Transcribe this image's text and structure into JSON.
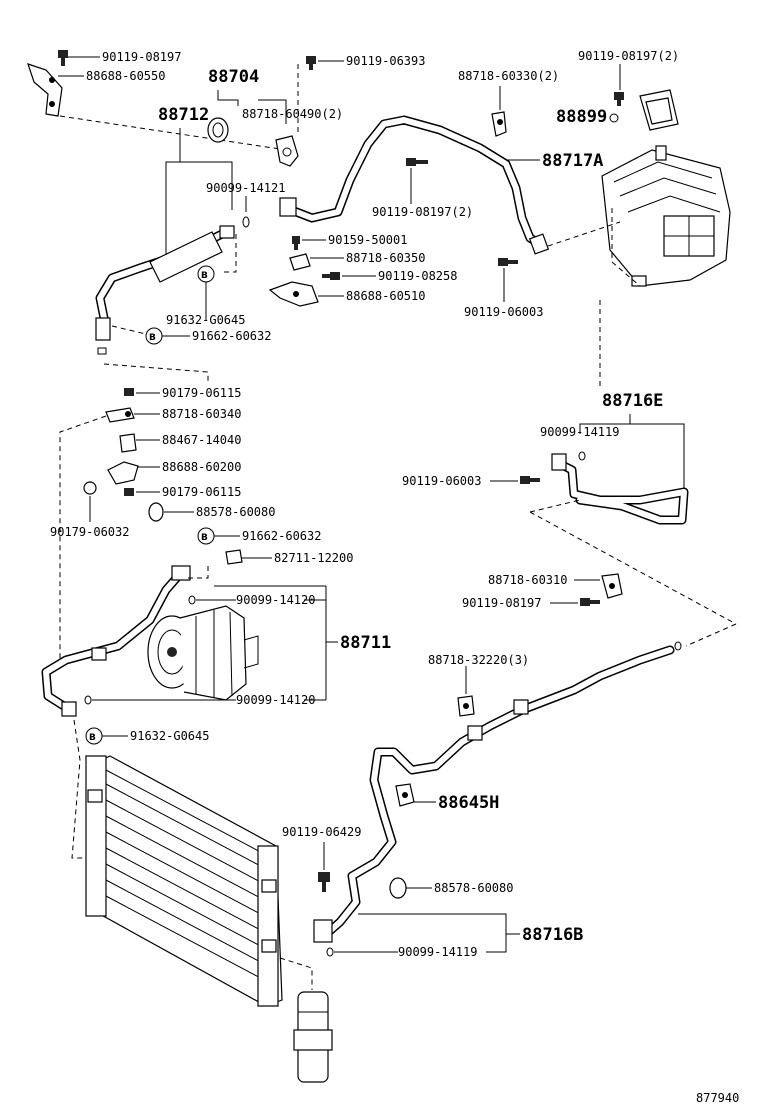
{
  "labels": {
    "p90119_08197_a": "90119-08197",
    "p88688_60550": "88688-60550",
    "p88704": "88704",
    "p90119_06393": "90119-06393",
    "p88712": "88712",
    "p88718_60490": "88718-60490(2)",
    "p88718_60330": "88718-60330(2)",
    "p90119_08197_2a": "90119-08197(2)",
    "p88899": "88899",
    "p88717A": "88717A",
    "p90099_14121": "90099-14121",
    "p90119_08197_2b": "90119-08197(2)",
    "p90159_50001": "90159-50001",
    "p88718_60350": "88718-60350",
    "p90119_08258": "90119-08258",
    "p88688_60510": "88688-60510",
    "p90119_06003_a": "90119-06003",
    "p91632_G0645_a": "91632-G0645",
    "p91662_60632_a": "91662-60632",
    "p90179_06115_a": "90179-06115",
    "p88718_60340": "88718-60340",
    "p88467_14040": "88467-14040",
    "p88688_60200": "88688-60200",
    "p90179_06115_b": "90179-06115",
    "p88578_60080_a": "88578-60080",
    "p90179_06032": "90179-06032",
    "p91662_60632_b": "91662-60632",
    "p82711_12200": "82711-12200",
    "p90099_14120_a": "90099-14120",
    "p88711": "88711",
    "p90099_14120_b": "90099-14120",
    "p91632_G0645_b": "91632-G0645",
    "p88716E": "88716E",
    "p90099_14119_a": "90099-14119",
    "p90119_06003_b": "90119-06003",
    "p88718_60310": "88718-60310",
    "p90119_08197_b": "90119-08197",
    "p88718_32220": "88718-32220(3)",
    "p88645H": "88645H",
    "p90119_06429": "90119-06429",
    "p88578_60080_b": "88578-60080",
    "p90099_14119_b": "90099-14119",
    "p88716B": "88716B",
    "figure_id": "877940"
  }
}
